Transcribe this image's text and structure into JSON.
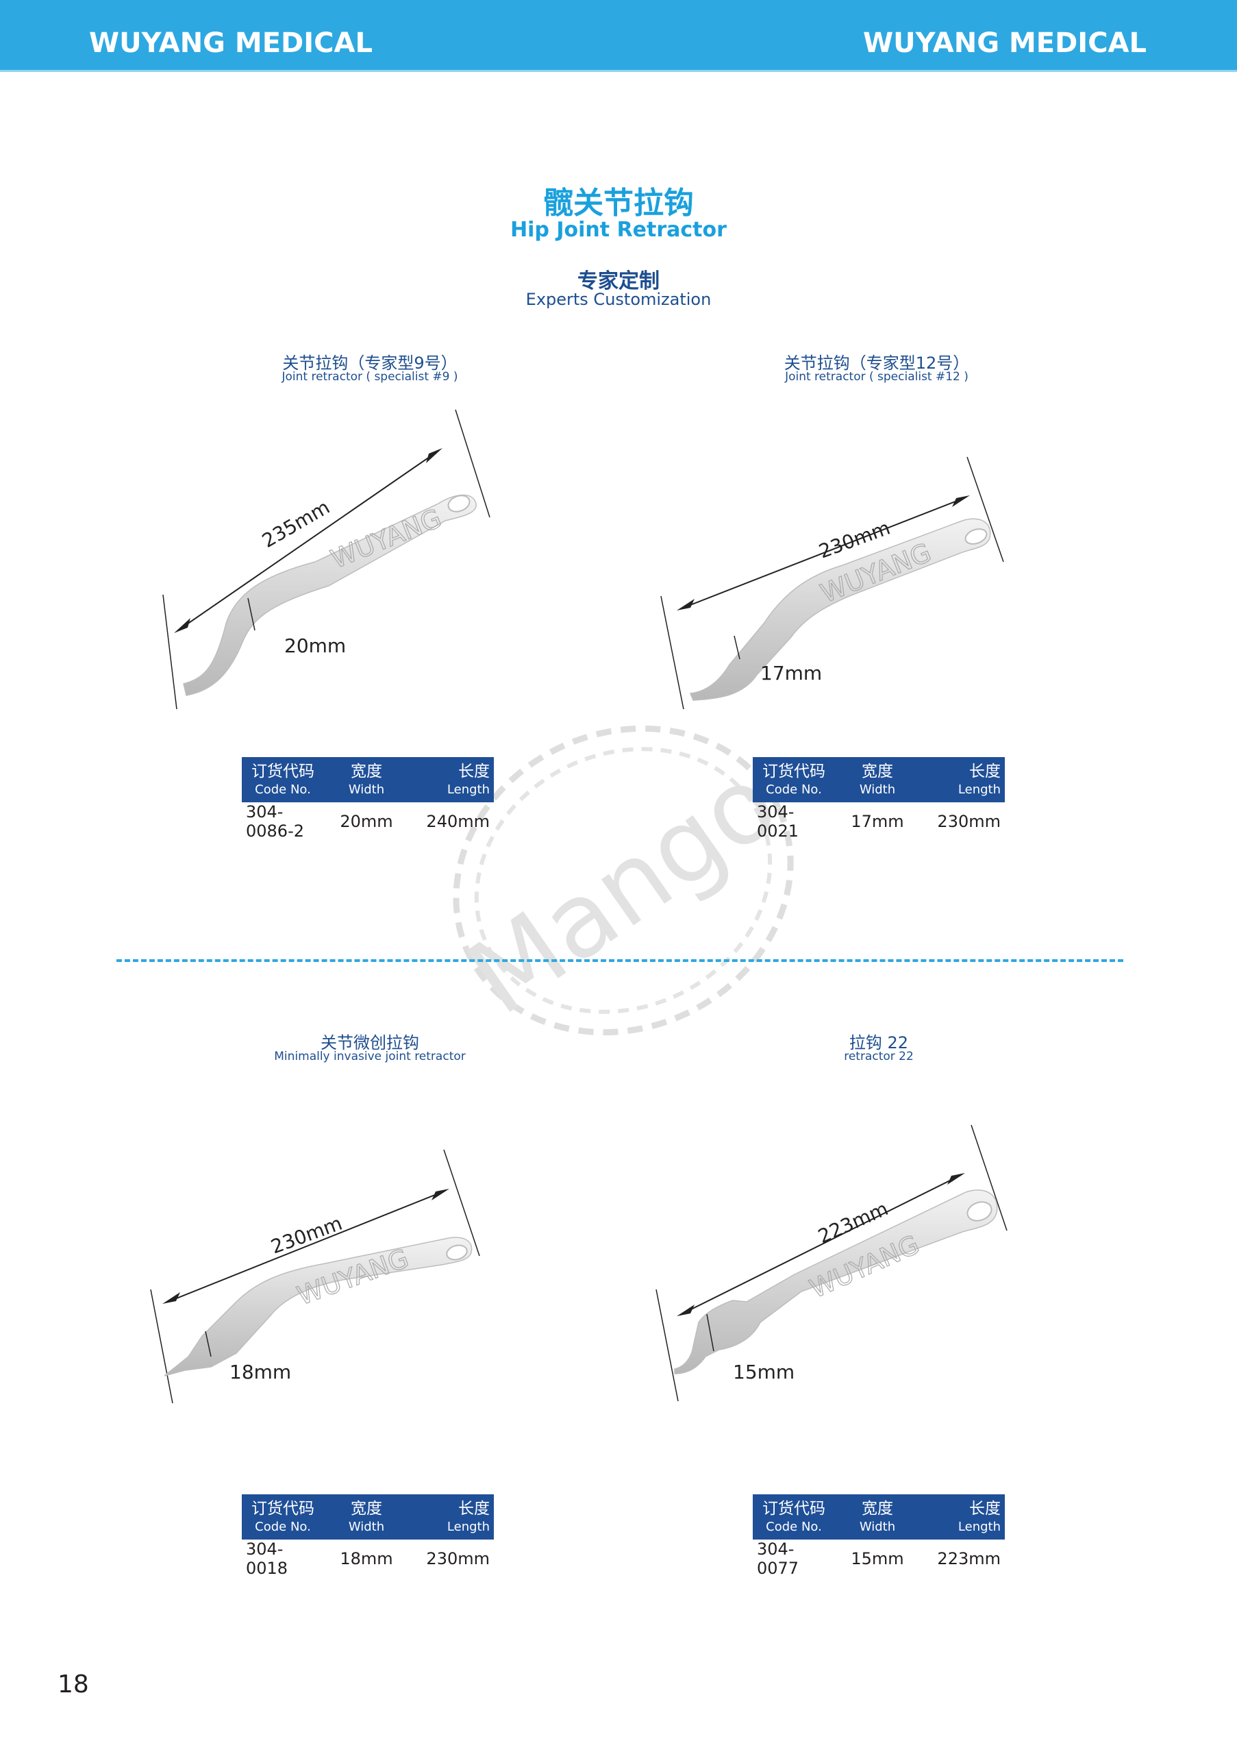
{
  "header": {
    "brand_left": "WUYANG MEDICAL",
    "brand_right": "WUYANG MEDICAL",
    "color": "#2ea8e1"
  },
  "title": {
    "cn": "髋关节拉钩",
    "en": "Hip Joint Retractor",
    "color": "#1aa0dd"
  },
  "subtitle": {
    "cn": "专家定制",
    "en": "Experts Customization",
    "color": "#1d4e8f"
  },
  "spec_headers": {
    "code_cn": "订货代码",
    "code_en": "Code No.",
    "width_cn": "宽度",
    "width_en": "Width",
    "length_cn": "长度",
    "length_en": "Length",
    "color": "#1f4f97"
  },
  "products": [
    {
      "name_cn": "关节拉钩（专家型9号）",
      "name_en": "Joint retractor ( specialist #9 )",
      "dim_length": "235mm",
      "dim_width": "20mm",
      "engraving": "WUYANG",
      "code": "304-0086-2",
      "width": "20mm",
      "length": "240mm"
    },
    {
      "name_cn": "关节拉钩（专家型12号）",
      "name_en": "Joint retractor ( specialist #12 )",
      "dim_length": "230mm",
      "dim_width": "17mm",
      "engraving": "WUYANG",
      "code": "304-0021",
      "width": "17mm",
      "length": "230mm"
    },
    {
      "name_cn": "关节微创拉钩",
      "name_en": "Minimally invasive joint retractor",
      "dim_length": "230mm",
      "dim_width": "18mm",
      "engraving": "WUYANG",
      "code": "304-0018",
      "width": "18mm",
      "length": "230mm"
    },
    {
      "name_cn": "拉钩 22",
      "name_en": "retractor 22",
      "dim_length": "223mm",
      "dim_width": "15mm",
      "engraving": "WUYANG",
      "code": "304-0077",
      "width": "15mm",
      "length": "223mm"
    }
  ],
  "watermark": {
    "text": "Mango"
  },
  "page_number": "18"
}
